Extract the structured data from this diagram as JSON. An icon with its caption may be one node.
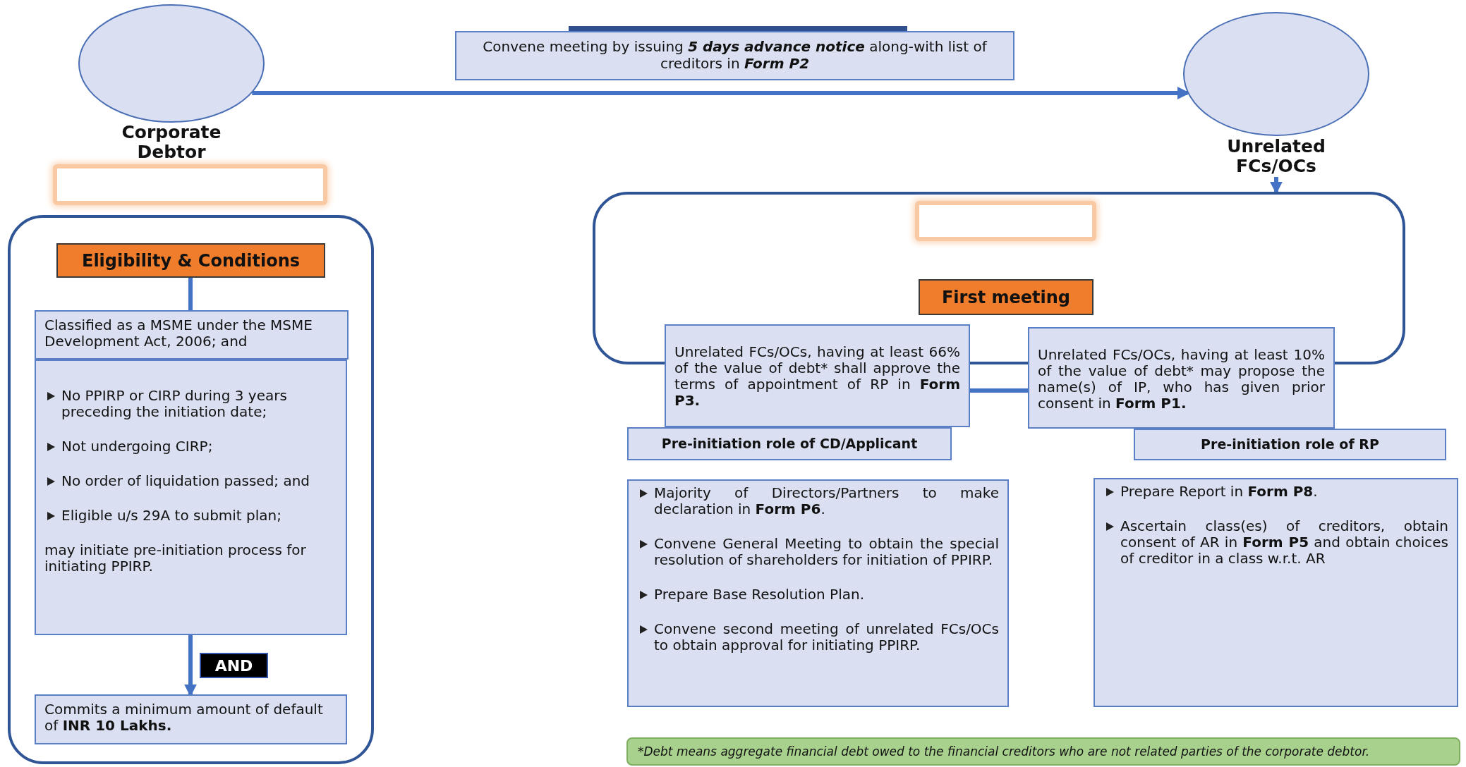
{
  "diagram": {
    "nodes": [
      {
        "text": [
          "Corporate Debtor"
        ]
      },
      {
        "text": [],
        "shape": "box"
      },
      {
        "text": [],
        "shape": "box"
      },
      {
        "text": [
          "Eligibility & Conditions"
        ],
        "in": 2
      },
      {
        "text": [
          "Classified as a MSME under the MSME Development Act, 2006; and"
        ],
        "in": 2
      },
      {
        "text": [
          "No PPIRP or CIRP during 3 years preceding the initiation date;",
          "Not undergoing CIRP;",
          "No order of liquidation passed; and",
          "Eligible u/s 29A to submit plan;",
          "may initiate pre-initiation process for initiating PPIRP."
        ],
        "in": 2
      },
      {
        "text": [
          "Commits a minimum amount of default of **INR 10 Lakhs.**"
        ],
        "in": 2
      },
      {
        "text": [
          "Unrelated FCs/OCs"
        ]
      },
      {
        "text": [],
        "shape": "box"
      },
      {
        "text": [],
        "shape": "box",
        "in": 8
      },
      {
        "text": [
          "First meeting"
        ],
        "in": 8
      },
      {
        "text": [
          "Unrelated FCs/OCs, having at least 66% of the value of debt* shall approve the terms of appointment of RP in **Form P3.**"
        ]
      },
      {
        "text": [
          "Unrelated FCs/OCs, having at least 10% of the value of debt* may propose the name(s) of IP, who has given prior consent in **Form P1.**"
        ]
      },
      {
        "text": [
          "Pre-initiation role of CD/Applicant"
        ]
      },
      {
        "text": [
          "Pre-initiation role of RP"
        ]
      },
      {
        "text": [
          "Majority of Directors/Partners to make declaration in **Form P6**.",
          "Convene General Meeting to obtain the special resolution of shareholders for initiation of PPIRP.",
          "Prepare Base Resolution Plan.",
          "Convene second meeting of unrelated FCs/OCs to obtain approval for initiating PPIRP."
        ]
      },
      {
        "text": [
          "Prepare Report in **Form P8**.",
          "Ascertain class(es) of creditors, obtain consent of AR in **Form P5** and obtain choices of creditor in a class w.r.t. AR"
        ]
      },
      {
        "text": [
          "*Debt means aggregate financial debt owed to the financial creditors who are not related parties of the corporate debtor."
        ]
      }
    ],
    "edges": [
      {
        "from": 0,
        "to": 7,
        "arrow": "to",
        "label": "Convene meeting by issuing **5 days advance notice** along-with list of creditors in **Form P2**"
      },
      {
        "from": 3,
        "to": 4,
        "arrow": "none"
      },
      {
        "from": 5,
        "to": 6,
        "arrow": "to",
        "label": "AND"
      },
      {
        "from": 7,
        "to": 8,
        "arrow": "to"
      },
      {
        "from": 11,
        "to": 12,
        "arrow": "none"
      }
    ]
  }
}
